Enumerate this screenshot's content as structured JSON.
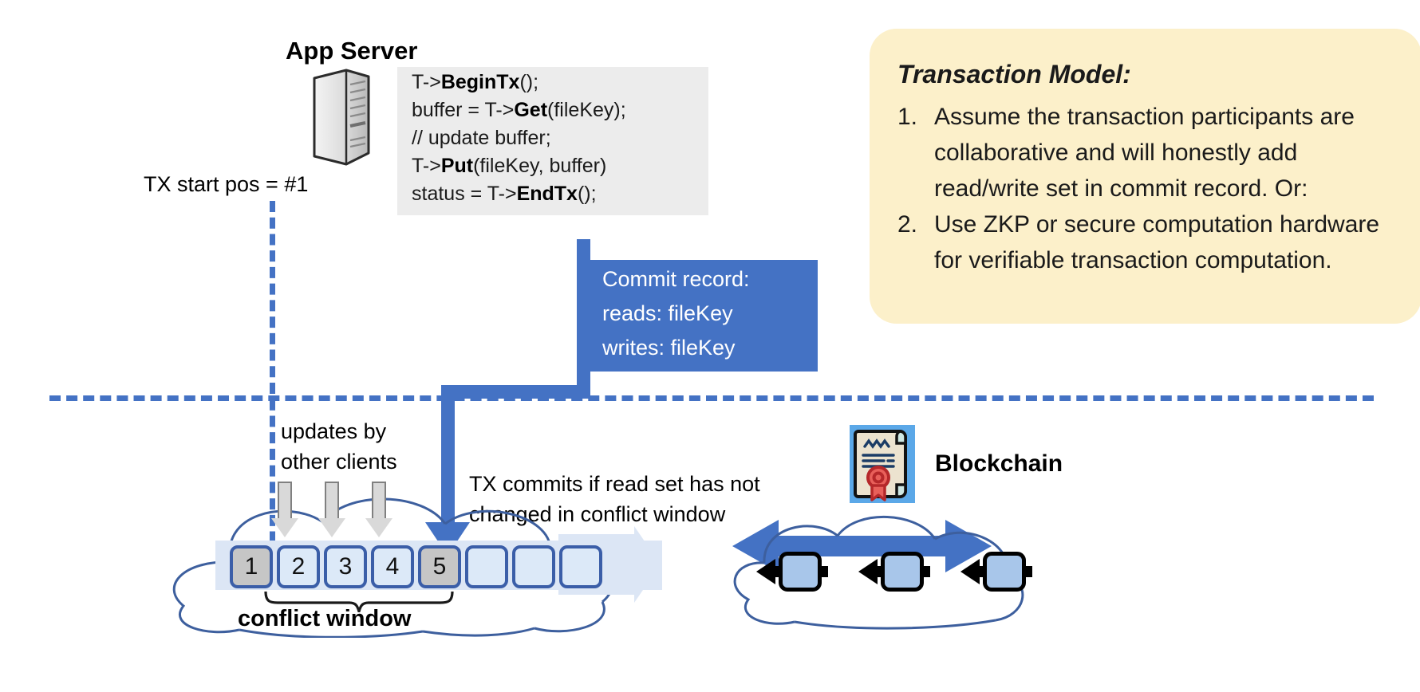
{
  "app_server": {
    "title": "App Server",
    "icon": "server-tower-icon",
    "code_lines": [
      {
        "pre": "T->",
        "bold": "BeginTx",
        "post": "();"
      },
      {
        "pre": "buffer = T->",
        "bold": "Get",
        "post": "(fileKey);"
      },
      {
        "pre": "// update buffer;",
        "bold": "",
        "post": ""
      },
      {
        "pre": "T->",
        "bold": "Put",
        "post": "(fileKey, buffer)"
      },
      {
        "pre": "status = T->",
        "bold": "EndTx",
        "post": "();"
      }
    ]
  },
  "tx_start": {
    "label": "TX start pos = #1"
  },
  "commit_record": {
    "title": "Commit record:",
    "reads": "reads: fileKey",
    "writes": "writes: fileKey",
    "color": "#4472c4"
  },
  "log": {
    "updates_label_line1": "updates by",
    "updates_label_line2": "other clients",
    "commits_label_line1": "TX commits if read set has not",
    "commits_label_line2": "changed in conflict window",
    "conflict_window_label": "conflict window",
    "blocks": [
      {
        "label": "1",
        "state": "committed"
      },
      {
        "label": "2",
        "state": "other"
      },
      {
        "label": "3",
        "state": "other"
      },
      {
        "label": "4",
        "state": "other"
      },
      {
        "label": "5",
        "state": "committed"
      },
      {
        "label": "",
        "state": "empty"
      },
      {
        "label": "",
        "state": "empty"
      },
      {
        "label": "",
        "state": "empty"
      }
    ],
    "update_arrow_count": 3,
    "block_fill_committed": "#c6c6c6",
    "block_fill_other": "#dce9f8",
    "block_border": "#3b5ea8"
  },
  "blockchain": {
    "title": "Blockchain",
    "cert_icon": "smart-contract-certificate-icon",
    "block_count": 3,
    "block_fill": "#a8c6ea"
  },
  "transaction_model": {
    "title": "Transaction Model:",
    "items": [
      {
        "num": "1.",
        "text": "Assume the transaction participants are collaborative and will honestly add read/write set in commit record.  Or:"
      },
      {
        "num": "2.",
        "text": "Use ZKP or secure computation hardware for verifiable transaction computation."
      }
    ],
    "background": "#fcf0ca"
  }
}
